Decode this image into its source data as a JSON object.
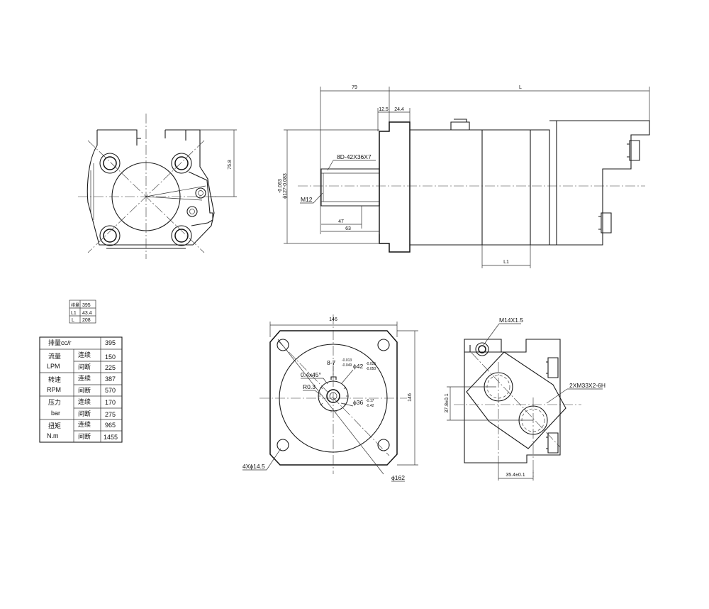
{
  "side_view": {
    "dim_79": "79",
    "dim_L": "L",
    "dim_12_5": "12.5",
    "dim_24_4": "24.4",
    "spline": "8D-42X36X7",
    "thread": "M12",
    "dia_127_a": "-0.063",
    "dia_127_b": "ϕ127-0.083",
    "dim_47": "47",
    "dim_63": "63",
    "dim_L1": "L1"
  },
  "front_view": {
    "dim_75_8": "75.8"
  },
  "flange_view": {
    "dim_146_top": "146",
    "dim_146_side": "146",
    "key": "8-7",
    "key_tol_a": "-0.013",
    "key_tol_b": "-0.049",
    "chamfer": "0.4x45°",
    "dia_42": "ϕ42",
    "dia_42_tol_a": "-0.025",
    "dia_42_tol_b": "-0.050",
    "radius": "R0.3",
    "dia_36": "ϕ36",
    "dia_36_tol_a": "-0.17",
    "dia_36_tol_b": "-0.42",
    "holes": "4Xϕ14.5",
    "dia_162": "ϕ162"
  },
  "port_view": {
    "thread": "M14X1.5",
    "ports": "2XM33X2-6H",
    "dim_37_8": "37.8±0.1",
    "dim_35_4": "35.4±0.1"
  },
  "small_table": {
    "rows": [
      {
        "k": "排量",
        "v": "395"
      },
      {
        "k": "L1",
        "v": "43.4"
      },
      {
        "k": "L",
        "v": "208"
      }
    ]
  },
  "spec_table": {
    "header_label": "排量cc/r",
    "header_value": "395",
    "groups": [
      {
        "name": "流量",
        "unit": "LPM",
        "rows": [
          {
            "mode": "连续",
            "v": "150"
          },
          {
            "mode": "间断",
            "v": "225"
          }
        ]
      },
      {
        "name": "转速",
        "unit": "RPM",
        "rows": [
          {
            "mode": "连续",
            "v": "387"
          },
          {
            "mode": "间断",
            "v": "570"
          }
        ]
      },
      {
        "name": "压力",
        "unit": "bar",
        "rows": [
          {
            "mode": "连续",
            "v": "170"
          },
          {
            "mode": "间断",
            "v": "275"
          }
        ]
      },
      {
        "name": "扭矩",
        "unit": "N.m",
        "rows": [
          {
            "mode": "连续",
            "v": "965"
          },
          {
            "mode": "间断",
            "v": "1455"
          }
        ]
      }
    ]
  }
}
